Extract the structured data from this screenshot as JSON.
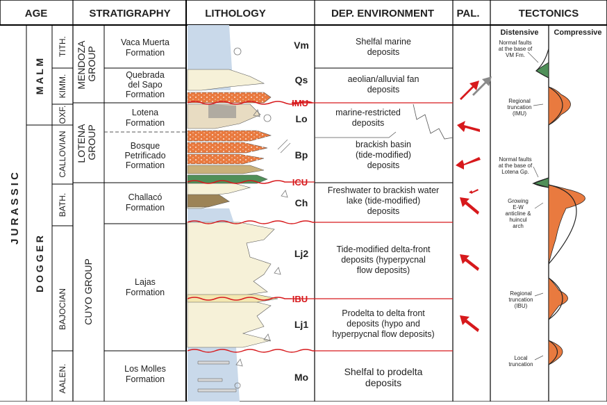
{
  "headers": {
    "age": "AGE",
    "stratigraphy": "STRATIGRAPHY",
    "lithology": "LITHOLOGY",
    "environment": "DEP. ENVIRONMENT",
    "paleo": "PAL.",
    "tectonics": "TECTONICS"
  },
  "age": {
    "period": "J U R A S S I C",
    "epochs": [
      "M A L M",
      "D O G G E R"
    ],
    "stages": [
      "TITH.",
      "KIMM.",
      "OXF.",
      "CALLOVIAN",
      "BATH.",
      "BAJOCIAN",
      "AALEN."
    ]
  },
  "groups": [
    "MENDOZA GROUP",
    "LOTENA GROUP",
    "CUYO GROUP"
  ],
  "formations": [
    "Vaca Muerta Formation",
    "Quebrada del Sapo Formation",
    "Lotena Formation",
    "Bosque Petrificado Formation",
    "Challacó Formation",
    "Lajas Formation",
    "Los Molles Formation"
  ],
  "unit_codes": [
    "Vm",
    "Qs",
    "Lo",
    "Bp",
    "Ch",
    "Lj2",
    "Lj1",
    "Mo"
  ],
  "unconformities": [
    "IMU",
    "ICU",
    "IBU"
  ],
  "environments": [
    "Shelfal marine deposits",
    "aeolian/alluvial fan deposits",
    "marine-restricted deposits",
    "brackish basin (tide-modified) deposits",
    "Freshwater to brackish water lake (tide-modified) deposits",
    "Tide-modified delta-front deposits (hyperpycnal flow deposits)",
    "Prodelta to delta front deposits (hypo and hyperpycnal flow deposits)",
    "Shelfal to prodelta deposits"
  ],
  "tectonics": {
    "distensive": "Distensive",
    "compressive": "Compressive",
    "annotations": [
      "Normal faults at the base of VM Fm.",
      "Regional truncation (IMU)",
      "Normal faults at the base of Lotena Gp.",
      "Growing E-W anticline & huincul arch",
      "Regional truncation (IBU)",
      "Local truncation"
    ]
  },
  "colors": {
    "red": "#d7191c",
    "orange": "#e97a3f",
    "green": "#4f8f58",
    "blue": "#c9d9ea",
    "cream": "#f6f1d8",
    "gray": "#8a8a8a"
  }
}
